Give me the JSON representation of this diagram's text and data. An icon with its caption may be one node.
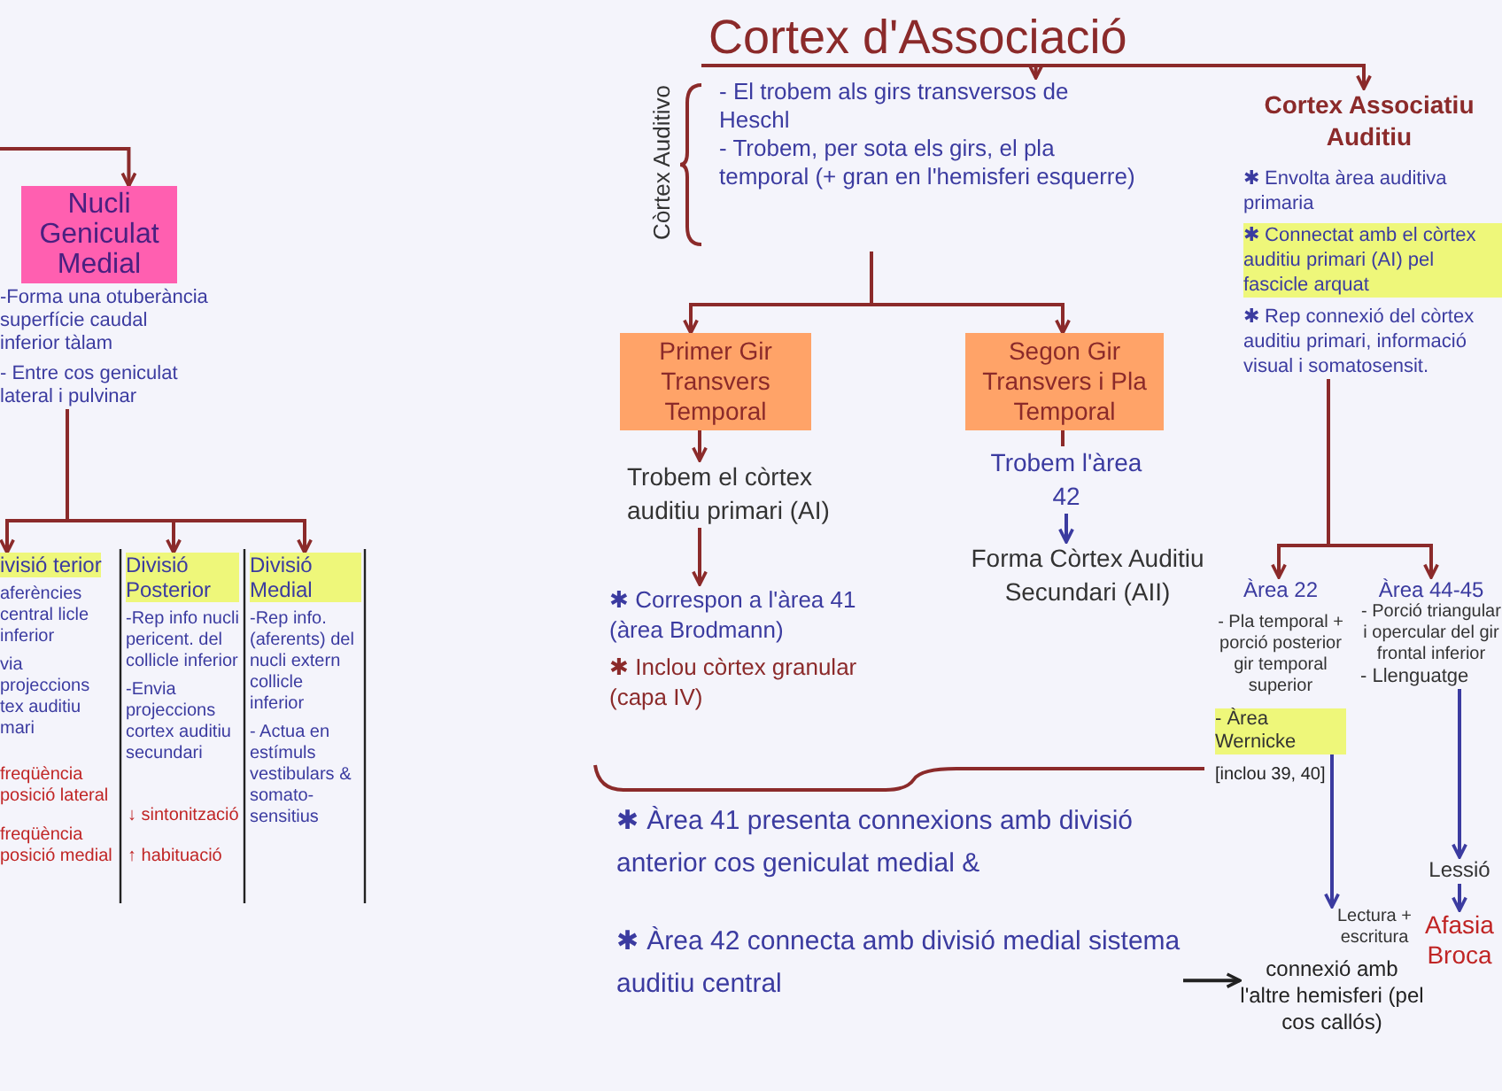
{
  "diagram": {
    "nodes": [
      {
        "text": [
          "Cortex d'Associació"
        ]
      },
      {
        "text": [
          "Nucli Geniculat Medial"
        ]
      },
      {
        "text": [
          "-Forma una otuberància superfície caudal inferior tàlam",
          "- Entre cos geniculat lateral i pulvinar"
        ]
      },
      {
        "text": [
          "ivisió terior",
          "aferències central licle inferior",
          "via projeccions tex auditiu mari"
        ]
      },
      {
        "text": [
          "Divisió Posterior",
          "-Rep info nucli pericent. del collicle inferior",
          "-Envia projeccions cortex auditiu secundari"
        ]
      },
      {
        "text": [
          "Divisió Medial",
          "-Rep info. (aferents) del nucli extern collicle inferior",
          "- Actua en estímuls vestibulars & somato-sensitius"
        ]
      },
      {
        "text": [
          "Còrtex Auditivo",
          "- El trobem als girs transversos de Heschl",
          "- Trobem, per sota els girs, el pla temporal (+ gran en l'hemisferi esquerre)"
        ]
      },
      {
        "text": [
          "Primer Gir Transvers Temporal"
        ]
      },
      {
        "text": [
          "Segon Gir Transvers i Pla Temporal"
        ]
      },
      {
        "text": [
          "Trobem el còrtex auditiu primari (AI)"
        ]
      },
      {
        "text": [
          "✱ Correspon a l'àrea 41 (àrea Brodmann)",
          "✱ Inclou còrtex granular (capa IV)"
        ]
      },
      {
        "text": [
          "Trobem l'àrea 42"
        ]
      },
      {
        "text": [
          "Forma Còrtex Auditiu Secundari (AII)"
        ]
      },
      {
        "text": [
          "Cortex Associatiu Auditiu"
        ]
      },
      {
        "text": [
          "✱ Envolta àrea auditiva primaria",
          "✱ Connectat amb el còrtex auditiu primari (AI) pel fascicle arquat",
          "✱ Rep connexió del còrtex auditiu primari, informació visual i somatosensit."
        ]
      },
      {
        "text": [
          "Àrea 22",
          "- Pla temporal + porció posterior gir temporal superior",
          "- Àrea Wernicke"
        ],
        "beside": [
          "[inclou 39, 40]"
        ]
      },
      {
        "text": [
          "Àrea 44-45",
          "- Porció triangular i opercular del gir frontal inferior",
          "- Llenguatge"
        ]
      },
      {
        "text": [
          "Lectura + escritura"
        ]
      },
      {
        "text": [
          "Lessió"
        ]
      },
      {
        "text": [
          "Afasia Broca"
        ]
      },
      {
        "text": [
          "✱ Àrea 41 presenta connexions amb divisió anterior cos geniculat medial &"
        ]
      },
      {
        "text": [
          "✱ Àrea 42 connecta amb divisió medial sistema auditiu central"
        ]
      },
      {
        "text": [
          "connexió amb l'altre hemisferi (pel cos callós)"
        ]
      }
    ],
    "edges": [
      {
        "from": null,
        "to": 1,
        "arrow": "to"
      },
      {
        "from": 0,
        "to": 6,
        "arrow": "to"
      },
      {
        "from": 0,
        "to": 13,
        "arrow": "to"
      },
      {
        "from": 2,
        "to": 3,
        "arrow": "to"
      },
      {
        "from": 2,
        "to": 4,
        "arrow": "to"
      },
      {
        "from": 2,
        "to": 5,
        "arrow": "to"
      },
      {
        "from": 6,
        "to": 7,
        "arrow": "to"
      },
      {
        "from": 6,
        "to": 8,
        "arrow": "to"
      },
      {
        "from": 7,
        "to": 9,
        "arrow": "to"
      },
      {
        "from": 9,
        "to": 10,
        "arrow": "to"
      },
      {
        "from": 8,
        "to": 11,
        "arrow": "none"
      },
      {
        "from": 11,
        "to": 12,
        "arrow": "to",
        "color": "#3b3ba0"
      },
      {
        "from": 14,
        "to": 15,
        "arrow": "to"
      },
      {
        "from": 14,
        "to": 16,
        "arrow": "to"
      },
      {
        "from": 15,
        "to": 17,
        "arrow": "to",
        "color": "#3b3ba0"
      },
      {
        "from": 16,
        "to": 18,
        "arrow": "to",
        "color": "#3b3ba0"
      },
      {
        "from": 18,
        "to": 19,
        "arrow": "to",
        "color": "#3b3ba0"
      },
      {
        "from": 21,
        "to": 22,
        "arrow": "to",
        "color": "#222222"
      }
    ],
    "labels": [
      "freqüència posició lateral",
      "freqüència posició medial",
      "↓ sintonització",
      "↑ habituació"
    ]
  }
}
